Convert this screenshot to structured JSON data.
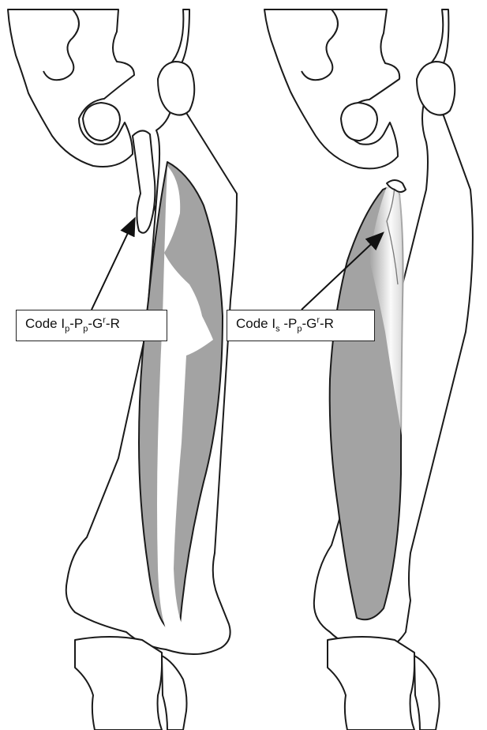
{
  "panels": [
    {
      "id": "left",
      "label": {
        "prefix": "Code I",
        "sub1": "p",
        "mid1": "-P",
        "sub2": "p",
        "mid2": "-G",
        "sup": "r",
        "suffix": "-R"
      }
    },
    {
      "id": "right",
      "label": {
        "prefix": "Code I",
        "sub1": "s",
        "mid1": " -P",
        "sub2": "p",
        "mid2": "-G",
        "sup": "r",
        "suffix": "-R"
      }
    }
  ],
  "colors": {
    "outline": "#1a1a1a",
    "muscle": "#a3a3a3",
    "tendon": "#ffffff",
    "background": "#ffffff"
  }
}
